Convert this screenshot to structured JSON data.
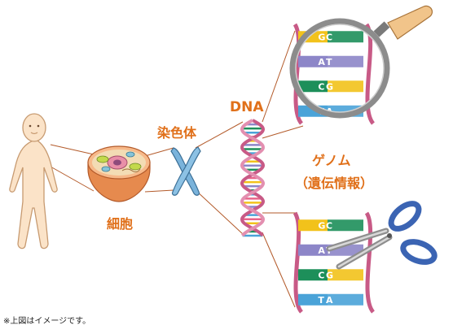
{
  "labels": {
    "chromosome": "染色体",
    "dna": "DNA",
    "cell": "細胞",
    "genome": "ゲノム",
    "genome_sub": "（遺伝情報）",
    "note": "※上図はイメージです。"
  },
  "top_strand": [
    {
      "left": "G",
      "right": "C",
      "color": "#f2c21b"
    },
    {
      "left": "A",
      "right": "T",
      "color": "#8d86c8"
    },
    {
      "left": "C",
      "right": "G",
      "color": "#1d8f5a"
    },
    {
      "left": "T",
      "right": "A",
      "color": "#4aa3d8"
    }
  ],
  "bottom_strand": [
    {
      "left": "G",
      "right": "C",
      "color": "#f2c21b"
    },
    {
      "left": "A",
      "right": "T",
      "color": "#8d86c8"
    },
    {
      "left": "C",
      "right": "G",
      "color": "#1d8f5a"
    },
    {
      "left": "T",
      "right": "A",
      "color": "#4aa3d8"
    }
  ],
  "colors": {
    "label": "#e0701a",
    "connector": "#b35a2a",
    "strand": "#c85a86"
  }
}
